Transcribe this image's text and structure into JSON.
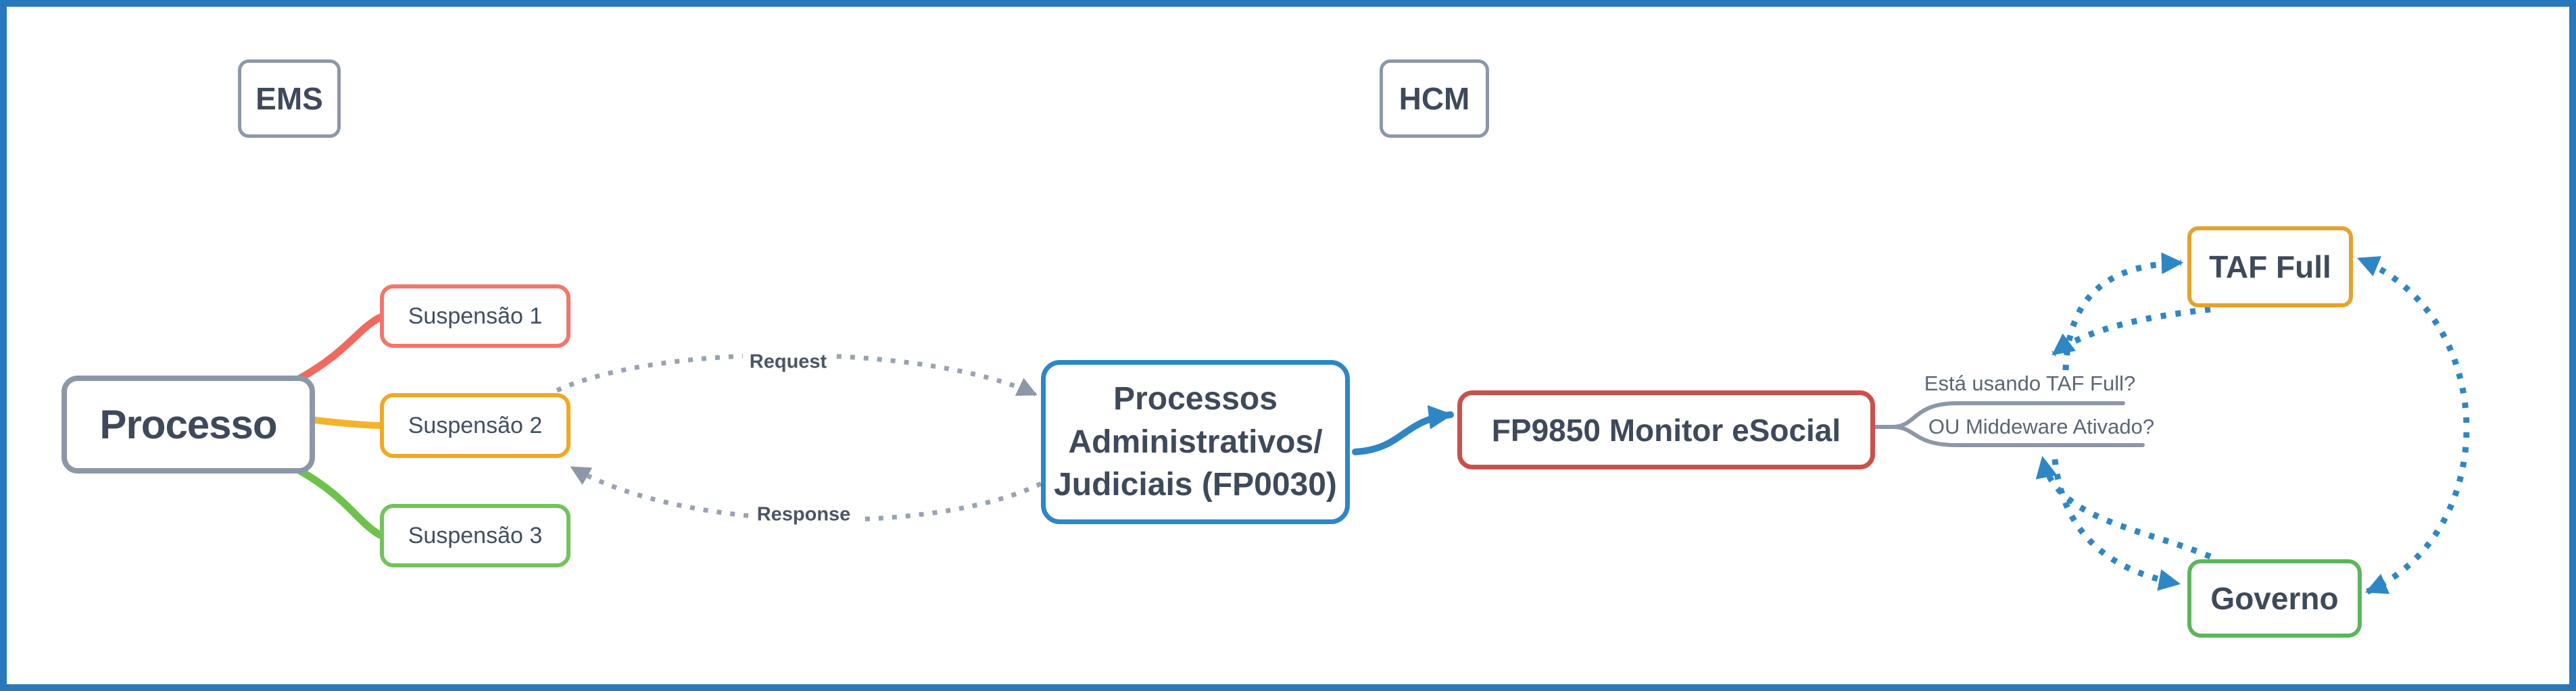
{
  "sections": {
    "ems": "EMS",
    "hcm": "HCM"
  },
  "nodes": {
    "processo": "Processo",
    "suspensao1": "Suspensão 1",
    "suspensao2": "Suspensão 2",
    "suspensao3": "Suspensão 3",
    "fp0030_lines": [
      "Processos",
      "Administrativos/",
      "Judiciais (FP0030)"
    ],
    "fp9850": "FP9850 Monitor eSocial",
    "taf_full": "TAF Full",
    "governo": "Governo"
  },
  "edges": {
    "request": "Request",
    "response": "Response"
  },
  "questions": {
    "line1": "Está usando TAF Full?",
    "line2": "OU Middeware Ativado?"
  },
  "colors": {
    "frame_border": "#2879bb",
    "gray_node_border": "#8c97a8",
    "node_text": "#3e4a5b",
    "suspensao1_border": "#f4756b",
    "suspensao2_border": "#f2a81f",
    "suspensao3_border": "#73c35a",
    "link_red": "#f0695f",
    "link_yellow": "#f5b32a",
    "link_green": "#6cc24a",
    "fp0030_border": "#2e86c5",
    "fp9850_border": "#c9504c",
    "taf_border": "#e5a22d",
    "governo_border": "#5cb55c",
    "dotted_gray": "#98a2b2",
    "dotted_blue": "#2f86c4",
    "question_text": "#5a6676"
  }
}
